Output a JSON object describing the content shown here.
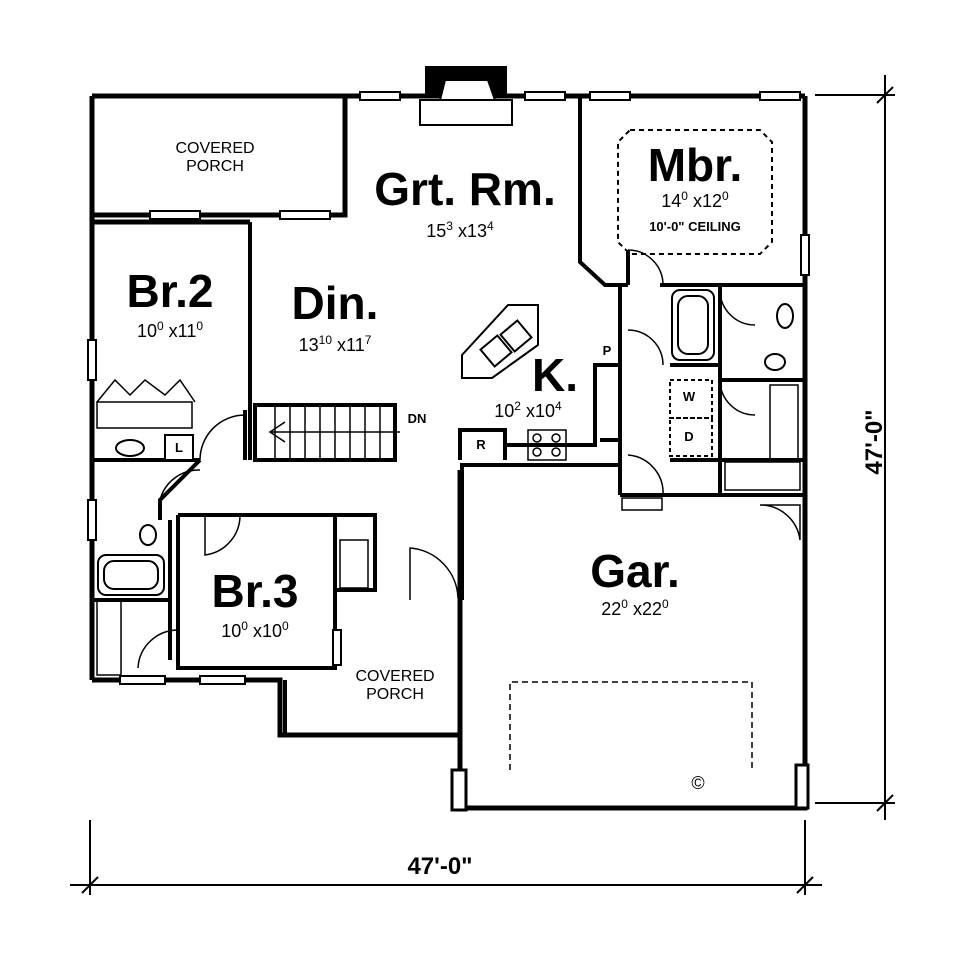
{
  "rooms": {
    "covered_porch_top": {
      "line1": "COVERED",
      "line2": "PORCH"
    },
    "great_room": {
      "name": "Grt. Rm.",
      "w": "15",
      "w_sup": "3",
      "h": "13",
      "h_sup": "4"
    },
    "master_bedroom": {
      "name": "Mbr.",
      "w": "14",
      "w_sup": "0",
      "h": "12",
      "h_sup": "0",
      "ceiling": "10'-0\" CEILING"
    },
    "bedroom_2": {
      "name": "Br.2",
      "w": "10",
      "w_sup": "0",
      "h": "11",
      "h_sup": "0"
    },
    "dining": {
      "name": "Din.",
      "w": "13",
      "w_sup": "10",
      "h": "11",
      "h_sup": "7"
    },
    "kitchen": {
      "name": "K.",
      "w": "10",
      "w_sup": "2",
      "h": "10",
      "h_sup": "4"
    },
    "bedroom_3": {
      "name": "Br.3",
      "w": "10",
      "w_sup": "0",
      "h": "10",
      "h_sup": "0"
    },
    "garage": {
      "name": "Gar.",
      "w": "22",
      "w_sup": "0",
      "h": "22",
      "h_sup": "0"
    },
    "covered_porch_front": {
      "line1": "COVERED",
      "line2": "PORCH"
    }
  },
  "fixtures": {
    "pantry": "P",
    "refrigerator": "R",
    "linen": "L",
    "washer": "W",
    "dryer": "D",
    "stairs_down": "DN",
    "copyright": "©"
  },
  "dimensions": {
    "width": "47'-0\"",
    "depth": "47'-0\""
  }
}
